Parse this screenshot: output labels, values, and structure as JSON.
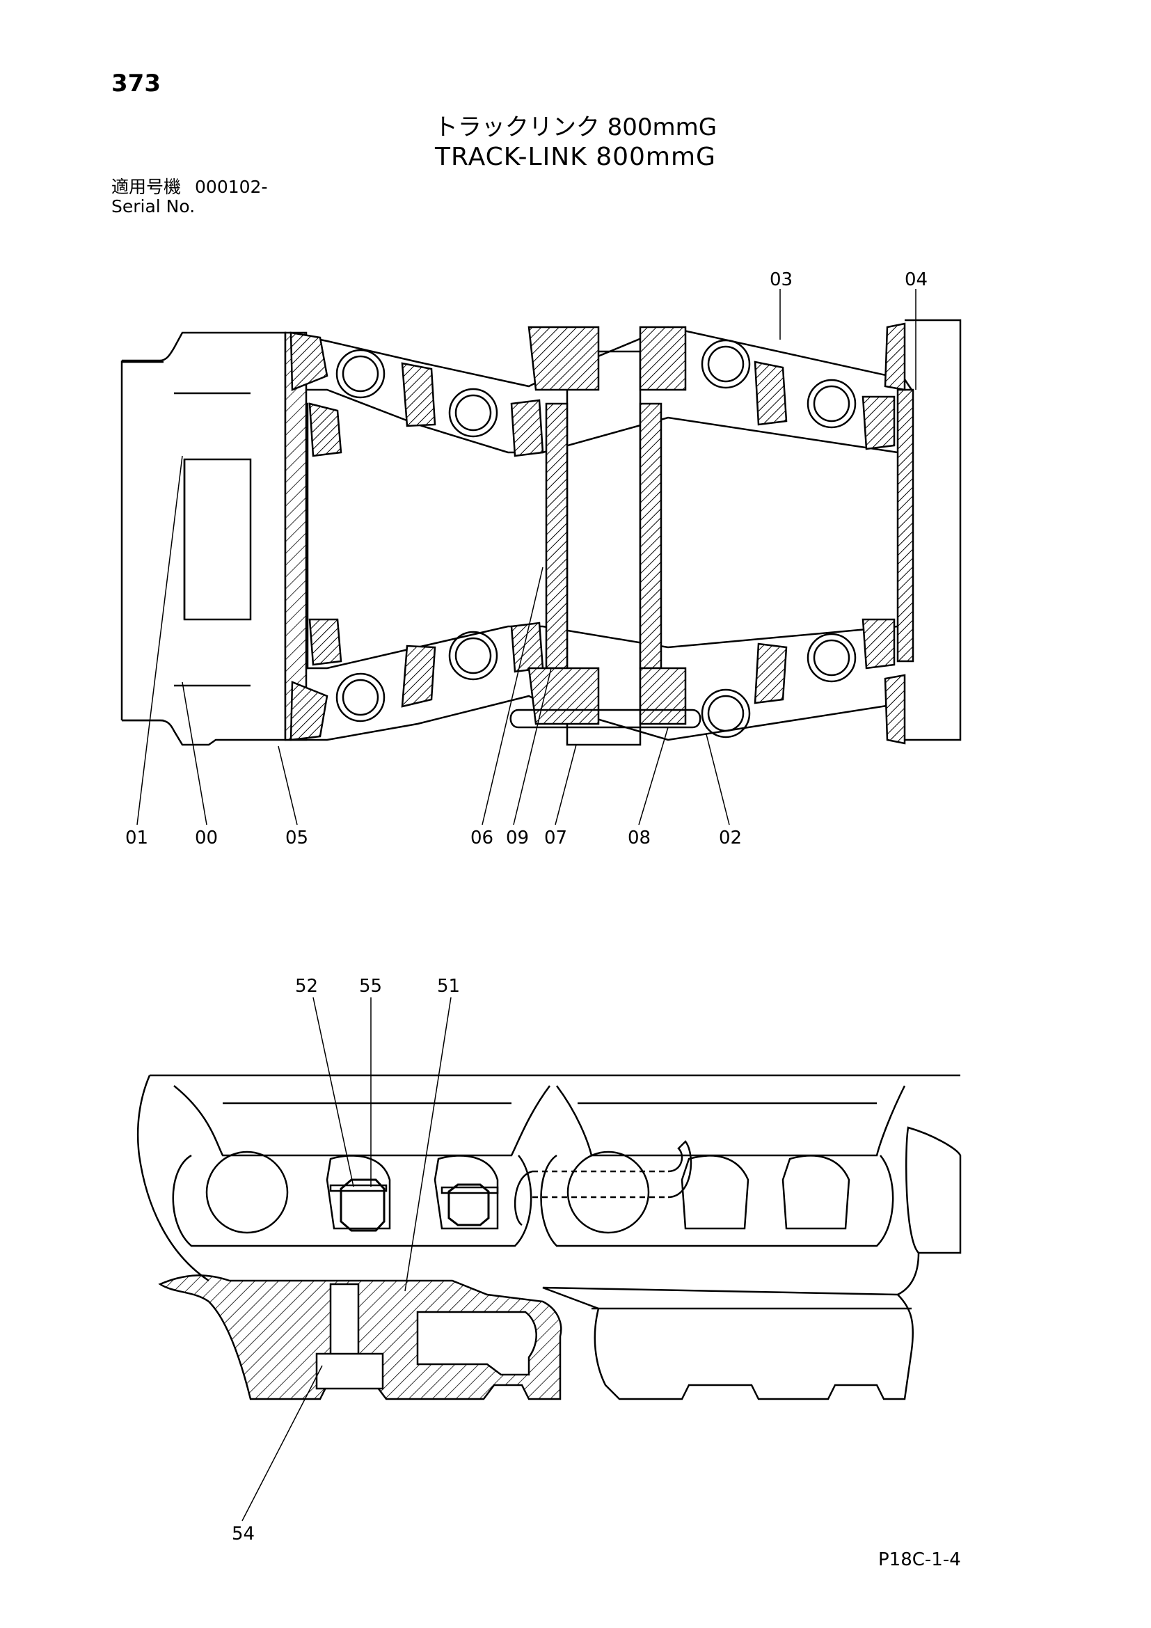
{
  "page_number": "373",
  "title_jp": "トラックリンク 800mmG",
  "title_en": "TRACK-LINK 800mmG",
  "serial": {
    "label_jp": "適用号機",
    "code": "000102-",
    "label_en": "Serial No."
  },
  "top_callouts": [
    "03",
    "04",
    "01",
    "00",
    "05",
    "06",
    "09",
    "07",
    "08",
    "02"
  ],
  "bottom_callouts": [
    "52",
    "55",
    "51",
    "54"
  ],
  "footer_code": "P18C-1-4"
}
